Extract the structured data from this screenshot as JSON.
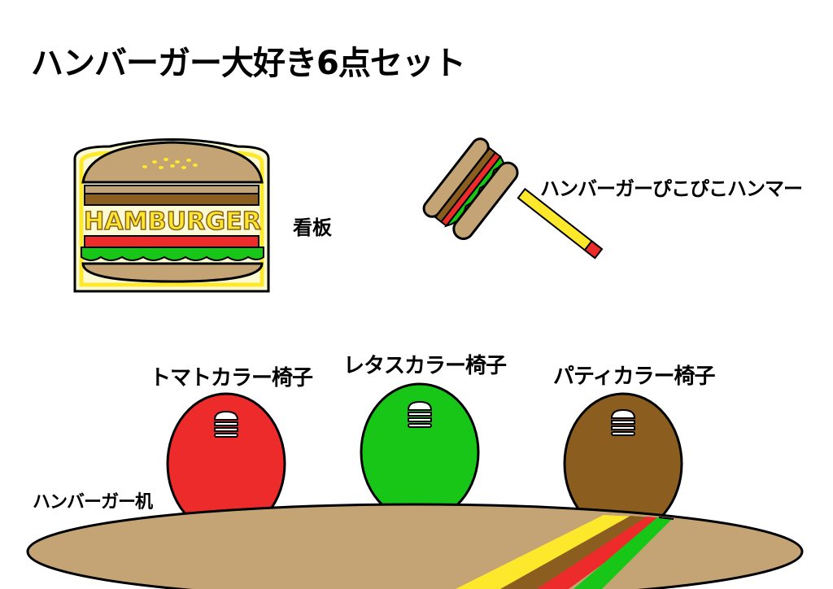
{
  "title": "ハンバーガー大好き6点セット",
  "items": {
    "sign": {
      "label": "看板",
      "text": "HAMBURGER"
    },
    "hammer": {
      "label": "ハンバーガーぴこぴこハンマー"
    },
    "tomato_chair": {
      "label": "トマトカラー椅子"
    },
    "lettuce_chair": {
      "label": "レタスカラー椅子"
    },
    "patty_chair": {
      "label": "パティカラー椅子"
    },
    "table": {
      "label": "ハンバーガー机"
    }
  },
  "colors": {
    "bun": "#c4a374",
    "patty": "#8b5e20",
    "tomato": "#ee2b2b",
    "lettuce": "#17c617",
    "cheese": "#fde82c",
    "sign_bg": "#fdfbd4",
    "outline": "#000000"
  }
}
